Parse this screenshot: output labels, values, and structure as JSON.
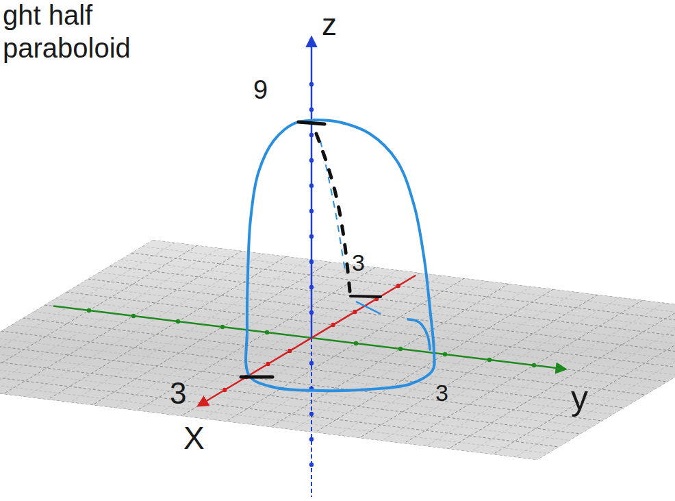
{
  "diagram": {
    "labels": [
      "ght half",
      "paraboloid",
      "z",
      "9",
      "3",
      "3",
      "3",
      "y",
      "X"
    ]
  }
}
